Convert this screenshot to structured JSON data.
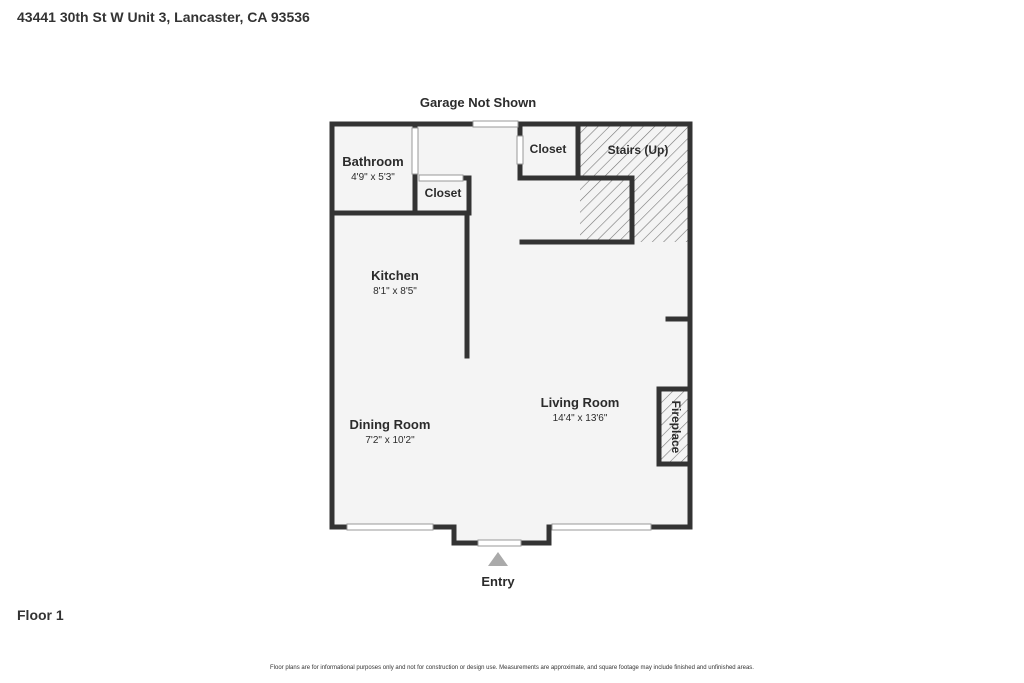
{
  "header": {
    "address": "43441 30th St W Unit 3, Lancaster, CA 93536"
  },
  "notes": {
    "garage": "Garage Not Shown",
    "entry": "Entry",
    "floor": "Floor 1",
    "disclaimer": "Floor plans are for informational purposes only and not for construction or design use. Measurements are approximate, and square footage may include finished and unfinished areas."
  },
  "rooms": {
    "bathroom": {
      "name": "Bathroom",
      "dims": "4'9\" x 5'3\""
    },
    "closet_top": {
      "name": "Closet"
    },
    "closet_bath": {
      "name": "Closet"
    },
    "stairs": {
      "name": "Stairs (Up)"
    },
    "kitchen": {
      "name": "Kitchen",
      "dims": "8'1\" x 8'5\""
    },
    "dining": {
      "name": "Dining Room",
      "dims": "7'2\" x 10'2\""
    },
    "living": {
      "name": "Living Room",
      "dims": "14'4\" x 13'6\""
    },
    "fireplace": {
      "name": "Fireplace"
    }
  },
  "colors": {
    "wall": "#333333",
    "floor": "#f4f4f4",
    "hatch": "#777777"
  }
}
